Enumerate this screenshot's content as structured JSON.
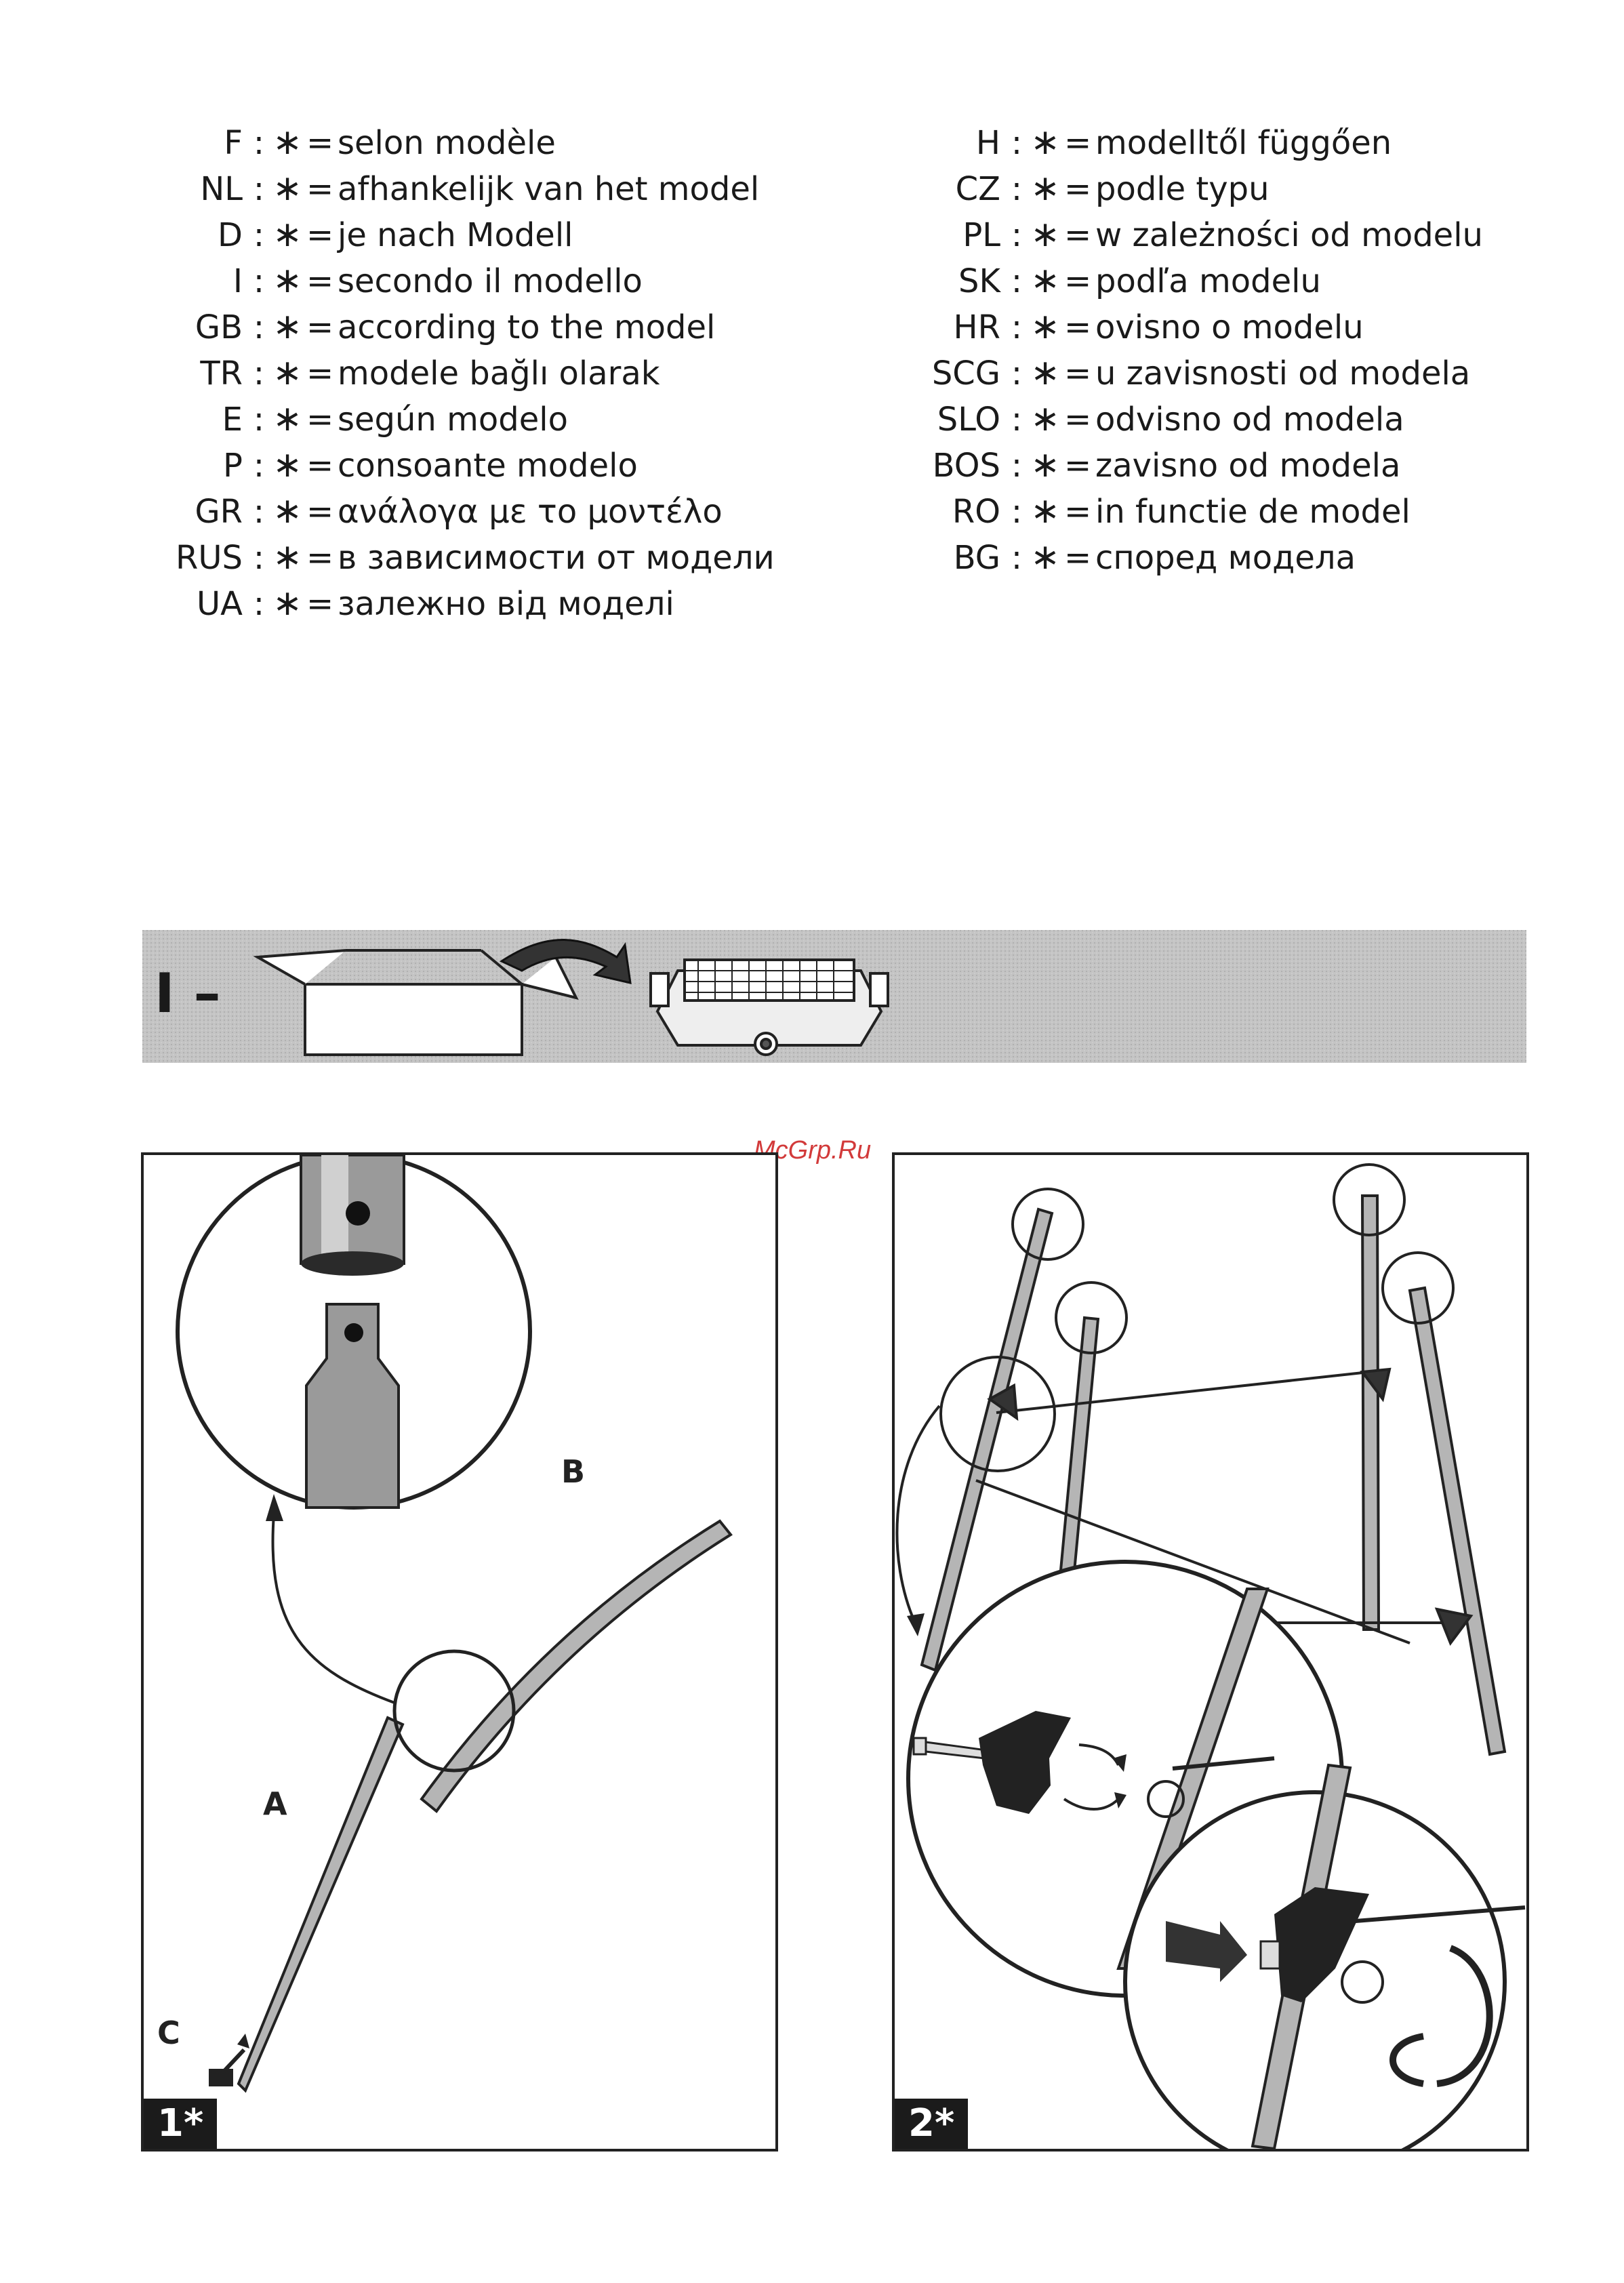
{
  "legend": {
    "left": [
      {
        "code": "F",
        "text": "selon modèle"
      },
      {
        "code": "NL",
        "text": "afhankelijk van het model"
      },
      {
        "code": "D",
        "text": "je nach Modell"
      },
      {
        "code": "I",
        "text": "secondo il modello"
      },
      {
        "code": "GB",
        "text": "according to the model"
      },
      {
        "code": "TR",
        "text": "modele bağlı olarak"
      },
      {
        "code": "E",
        "text": "según modelo"
      },
      {
        "code": "P",
        "text": "consoante modelo"
      },
      {
        "code": "GR",
        "text": "ανάλογα με το μοντέλο"
      },
      {
        "code": "RUS",
        "text": "в зависимости от модели"
      },
      {
        "code": "UA",
        "text": "залежно від моделі"
      }
    ],
    "right": [
      {
        "code": "H",
        "text": "modelltől függően"
      },
      {
        "code": "CZ",
        "text": "podle typu"
      },
      {
        "code": "PL",
        "text": "w zależności od modelu"
      },
      {
        "code": "SK",
        "text": "podľa modelu"
      },
      {
        "code": "HR",
        "text": "ovisno o modelu"
      },
      {
        "code": "SCG",
        "text": "u zavisnosti od modela"
      },
      {
        "code": "SLO",
        "text": "odvisno od modela"
      },
      {
        "code": "BOS",
        "text": "zavisno od modela"
      },
      {
        "code": "RO",
        "text": "in functie de model"
      },
      {
        "code": "BG",
        "text": "според модела"
      }
    ],
    "separator": ":",
    "symbol": "∗",
    "equals": "="
  },
  "banner": {
    "label": "I –"
  },
  "watermark": "McGrp.Ru",
  "steps": [
    {
      "label": "1*",
      "parts": [
        "A",
        "B",
        "C"
      ]
    },
    {
      "label": "2*"
    }
  ],
  "colors": {
    "ink": "#1a1a1a",
    "banner_bg": "#bdbdbd",
    "watermark": "#d23a3a"
  }
}
